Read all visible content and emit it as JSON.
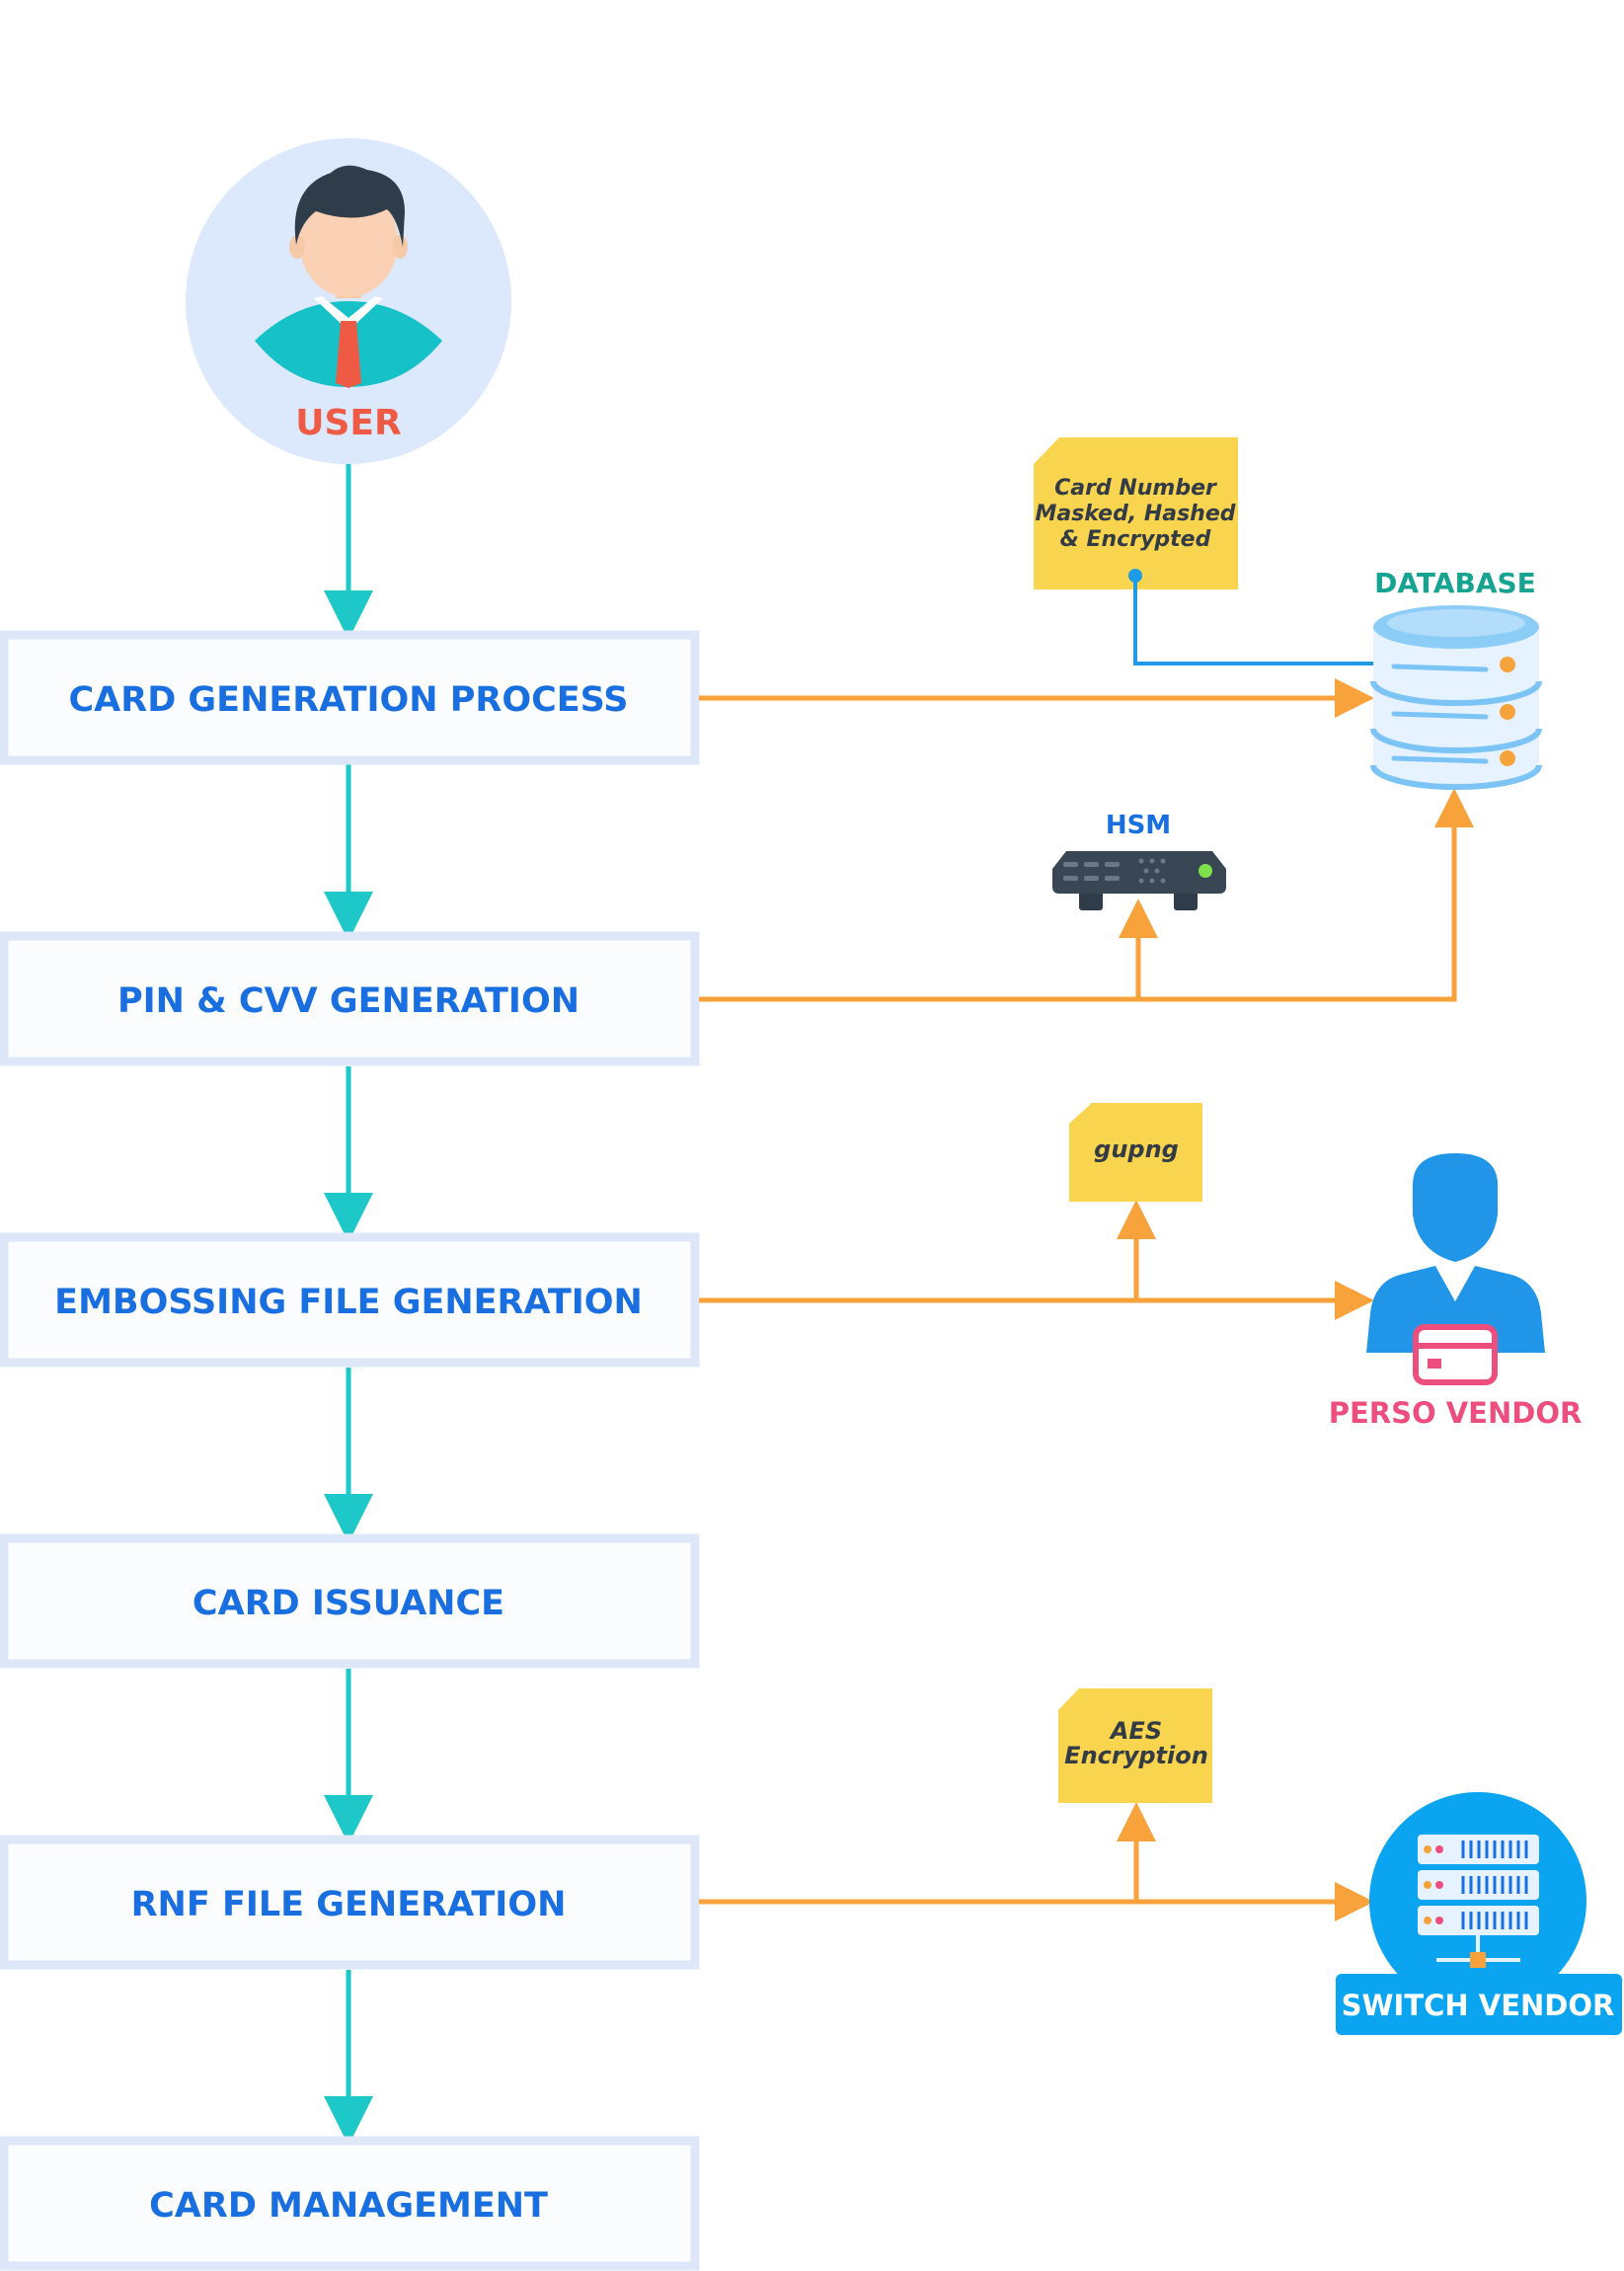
{
  "user": {
    "label": "USER"
  },
  "steps": [
    {
      "label": "CARD GENERATION PROCESS"
    },
    {
      "label": "PIN & CVV GENERATION"
    },
    {
      "label": "EMBOSSING FILE GENERATION"
    },
    {
      "label": "CARD ISSUANCE"
    },
    {
      "label": "RNF FILE GENERATION"
    },
    {
      "label": "CARD MANAGEMENT"
    }
  ],
  "notes": {
    "card_number": [
      "Card Number",
      "Masked, Hashed",
      "& Encrypted"
    ],
    "gupng": "gupng",
    "aes": [
      "AES",
      "Encryption"
    ]
  },
  "nodes": {
    "database": "DATABASE",
    "hsm": "HSM",
    "perso_vendor": "PERSO VENDOR",
    "switch_vendor": "SWITCH VENDOR"
  },
  "colors": {
    "step_text": "#1a6fe0",
    "step_border": "#dde7f8",
    "flow_arrow": "#1ec8c8",
    "branch_arrow": "#f7a23b",
    "note_fill": "#f9d44e",
    "user_label": "#ef5a45",
    "database_label": "#17a392",
    "perso_label": "#ec4f7d",
    "switch_fill": "#0aa4f1"
  },
  "icons": [
    "user-avatar-icon",
    "database-icon",
    "hsm-device-icon",
    "perso-vendor-icon",
    "credit-card-icon",
    "server-rack-icon"
  ]
}
